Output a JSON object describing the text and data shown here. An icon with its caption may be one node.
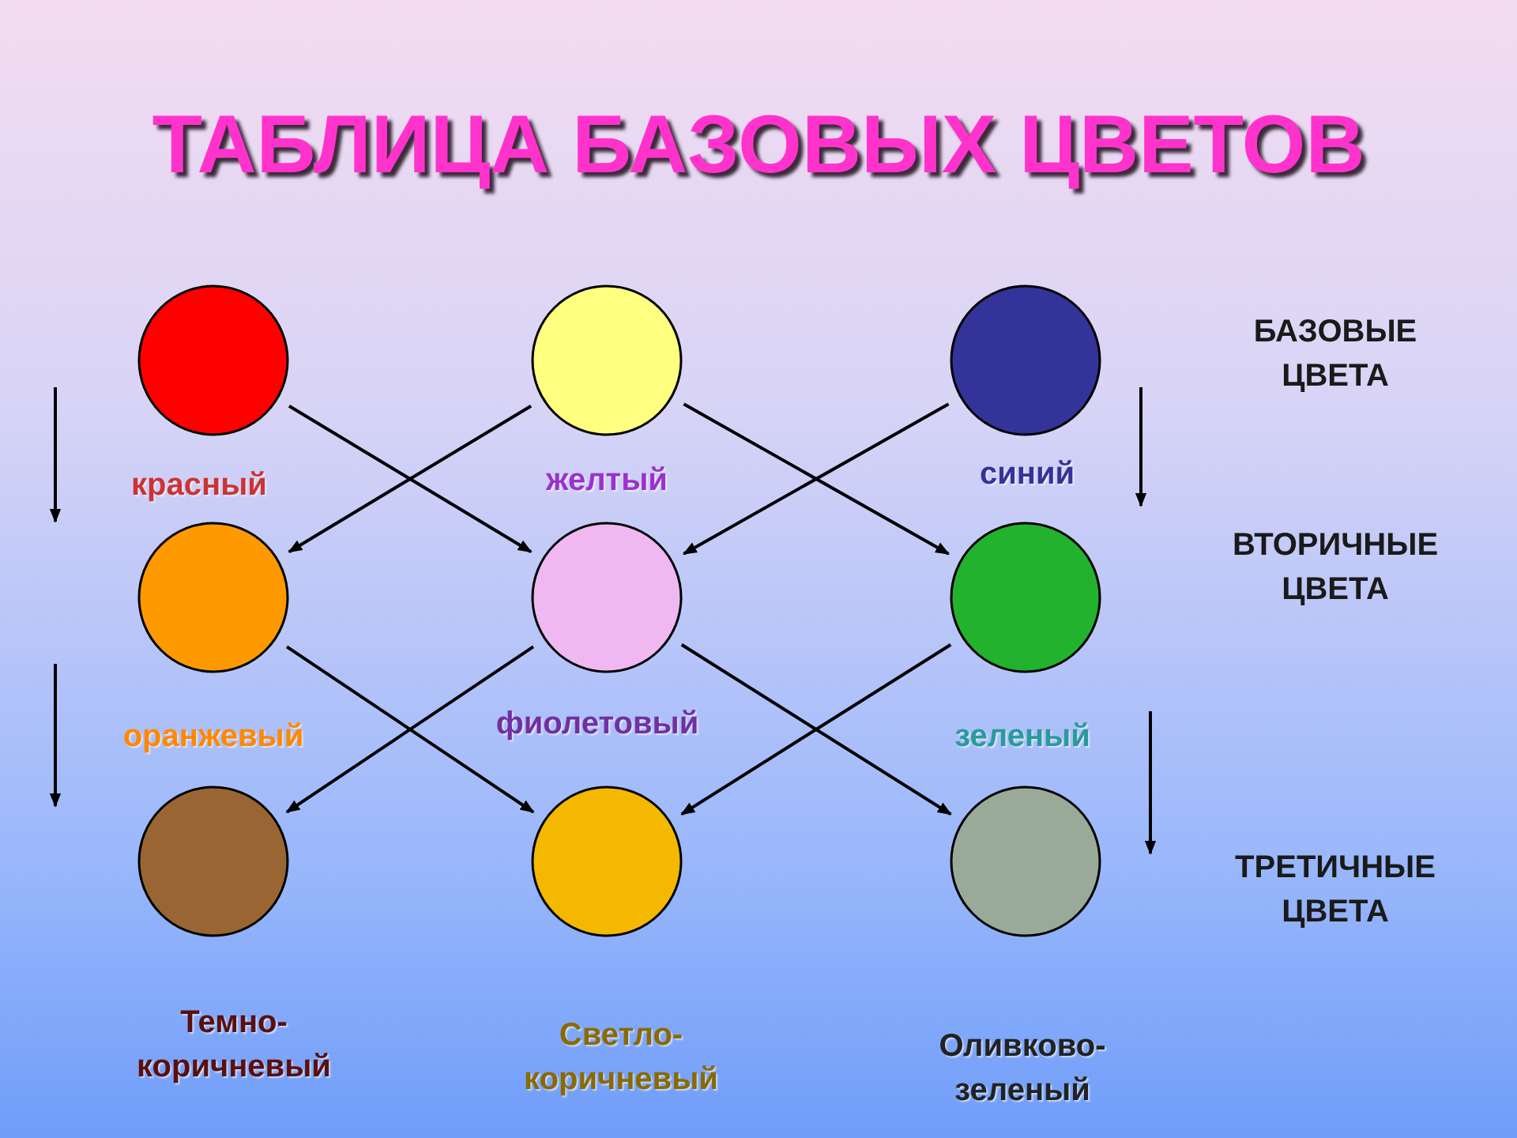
{
  "diagram": {
    "title": "ТАБЛИЦА БАЗОВЫХ ЦВЕТОВ",
    "nodes": [
      {
        "text": [],
        "shape": "circle",
        "beside": [
          "красный"
        ]
      },
      {
        "text": [],
        "shape": "circle",
        "beside": [
          "желтый"
        ]
      },
      {
        "text": [],
        "shape": "circle",
        "beside": [
          "синий"
        ]
      },
      {
        "text": [],
        "shape": "circle",
        "beside": [
          "оранжевый"
        ]
      },
      {
        "text": [],
        "shape": "circle",
        "beside": [
          "фиолетовый"
        ]
      },
      {
        "text": [],
        "shape": "circle",
        "beside": [
          "зеленый"
        ]
      },
      {
        "text": [],
        "shape": "circle",
        "beside": [
          "Темно-коричневый"
        ]
      },
      {
        "text": [],
        "shape": "circle",
        "beside": [
          "Светло-коричневый"
        ]
      },
      {
        "text": [],
        "shape": "circle",
        "beside": [
          "Оливково-зеленый"
        ]
      }
    ],
    "edges": [
      {
        "from": 1,
        "to": 3,
        "arrow": "to"
      },
      {
        "from": 0,
        "to": 4,
        "arrow": "to"
      },
      {
        "from": 1,
        "to": 5,
        "arrow": "to"
      },
      {
        "from": 2,
        "to": 4,
        "arrow": "to"
      },
      {
        "from": 4,
        "to": 6,
        "arrow": "to"
      },
      {
        "from": 3,
        "to": 7,
        "arrow": "to"
      },
      {
        "from": 5,
        "to": 7,
        "arrow": "to"
      },
      {
        "from": 4,
        "to": 8,
        "arrow": "to"
      }
    ],
    "labels": [
      "БАЗОВЫЕ ЦВЕТА",
      "ВТОРИЧНЫЕ ЦВЕТА",
      "ТРЕТИЧНЫЕ ЦВЕТА"
    ]
  }
}
